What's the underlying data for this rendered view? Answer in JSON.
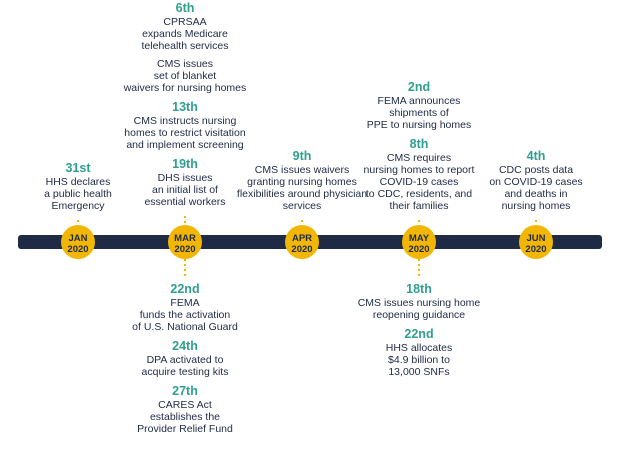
{
  "colors": {
    "bar": "#1f2a44",
    "marker": "#f2b705",
    "connector": "#f2b705",
    "day_text": "#2f9f8f",
    "desc_text": "#1f2a44"
  },
  "months": [
    {
      "id": "jan",
      "label": "JAN",
      "year": "2020"
    },
    {
      "id": "mar",
      "label": "MAR",
      "year": "2020"
    },
    {
      "id": "apr",
      "label": "APR",
      "year": "2020"
    },
    {
      "id": "may",
      "label": "MAY",
      "year": "2020"
    },
    {
      "id": "jun",
      "label": "JUN",
      "year": "2020"
    }
  ],
  "events_above": {
    "jan": [
      {
        "day": "31st",
        "lines": [
          "HHS declares",
          "a public health",
          "Emergency"
        ]
      }
    ],
    "mar": [
      {
        "day": "6th",
        "lines": [
          "CPRSAA",
          "expands Medicare",
          "telehealth services"
        ]
      },
      {
        "day": "",
        "lines": [
          "CMS issues",
          "set of blanket",
          "waivers for nursing homes"
        ]
      },
      {
        "day": "13th",
        "lines": [
          "CMS instructs nursing",
          "homes to restrict visitation",
          "and implement screening"
        ]
      },
      {
        "day": "19th",
        "lines": [
          "DHS issues",
          "an initial list of",
          "essential workers"
        ]
      }
    ],
    "apr": [
      {
        "day": "9th",
        "lines": [
          "CMS issues waivers",
          "granting nursing homes",
          "flexibilities around physician",
          "services"
        ]
      }
    ],
    "may": [
      {
        "day": "2nd",
        "lines": [
          "FEMA announces",
          "shipments of",
          "PPE to nursing homes"
        ]
      },
      {
        "day": "8th",
        "lines": [
          "CMS requires",
          "nursing homes to report",
          "COVID-19 cases",
          "to CDC, residents, and",
          "their families"
        ]
      }
    ],
    "jun": [
      {
        "day": "4th",
        "lines": [
          "CDC posts data",
          "on COVID-19 cases",
          "and deaths in",
          "nursing homes"
        ]
      }
    ]
  },
  "events_below": {
    "mar": [
      {
        "day": "22nd",
        "lines": [
          "FEMA",
          "funds the activation",
          "of U.S. National Guard"
        ]
      },
      {
        "day": "24th",
        "lines": [
          "DPA activated to",
          "acquire testing kits"
        ]
      },
      {
        "day": "27th",
        "lines": [
          "CARES Act",
          "establishes the",
          "Provider Relief Fund"
        ]
      }
    ],
    "may": [
      {
        "day": "18th",
        "lines": [
          "CMS issues nursing home",
          "reopening guidance"
        ]
      },
      {
        "day": "22nd",
        "lines": [
          "HHS allocates",
          "$4.9 billion to",
          "13,000 SNFs"
        ]
      }
    ]
  }
}
